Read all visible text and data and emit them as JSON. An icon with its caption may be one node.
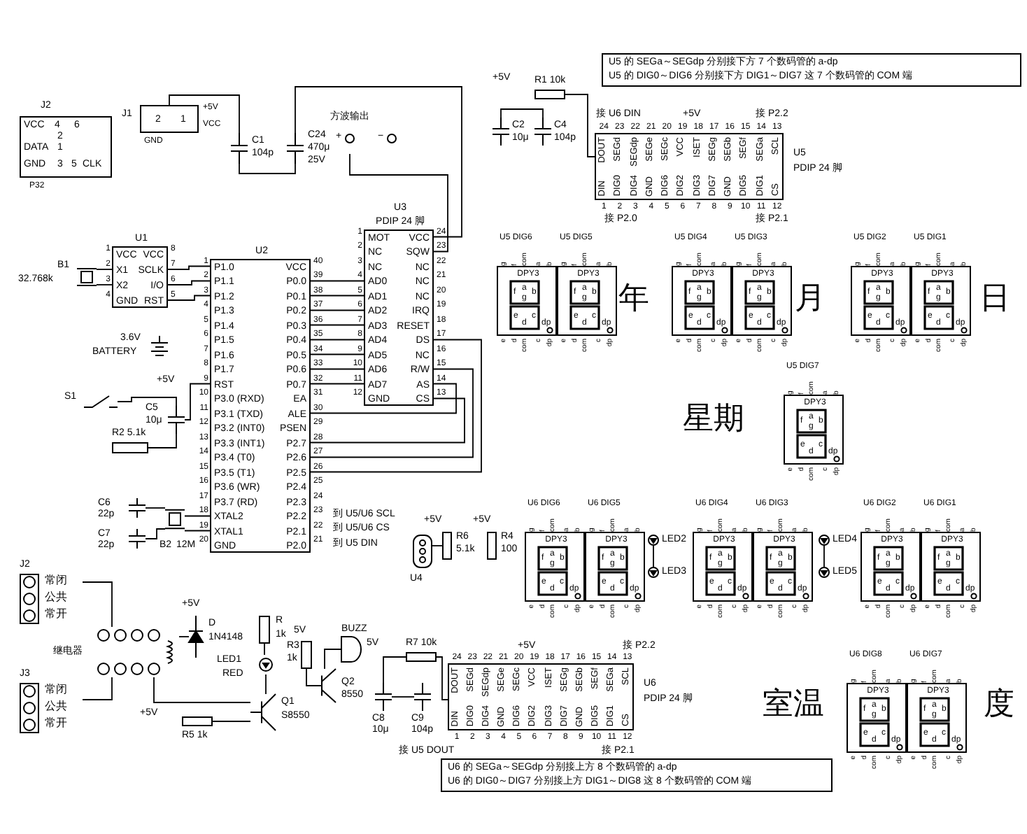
{
  "diagram": {
    "nodes": [
      {
        "text": [
          "J2",
          "VCC",
          "4",
          "6",
          "2",
          "DATA",
          "1",
          "GND",
          "3",
          "5",
          "CLK"
        ],
        "beside": [
          "P32"
        ]
      },
      {
        "text": [
          "J1",
          "2",
          "1"
        ],
        "beside": [
          "GND",
          "+5V",
          "VCC"
        ]
      },
      {
        "text": [
          "C1",
          "104p"
        ]
      },
      {
        "text": [
          "C24",
          "470μ",
          "25V"
        ]
      },
      {
        "text": [
          "方波输出",
          "+",
          "−"
        ]
      },
      {
        "text": [
          "U1",
          "VCC",
          "X1",
          "X2",
          "GND",
          "VCC",
          "SCLK",
          "I/O",
          "RST"
        ],
        "beside": [
          "1",
          "2",
          "3",
          "4",
          "8",
          "7",
          "6",
          "5"
        ]
      },
      {
        "text": [
          "B1",
          "32.768k"
        ]
      },
      {
        "text": [
          "3.6V",
          "BATTERY"
        ]
      },
      {
        "text": [
          "S1"
        ]
      },
      {
        "text": [
          "C5",
          "10μ"
        ]
      },
      {
        "text": [
          "R2 5.1k"
        ]
      },
      {
        "text": [
          "U2",
          "P1.0",
          "P1.1",
          "P1.2",
          "P1.3",
          "P1.4",
          "P1.5",
          "P1.6",
          "P1.7",
          "RST",
          "P3.0 (RXD)",
          "P3.1 (TXD)",
          "P3.2 (INT0)",
          "P3.3 (INT1)",
          "P3.4 (T0)",
          "P3.5 (T1)",
          "P3.6 (WR)",
          "P3.7 (RD)",
          "XTAL2",
          "XTAL1",
          "GND",
          "VCC",
          "P0.0",
          "P0.1",
          "P0.2",
          "P0.3",
          "P0.4",
          "P0.5",
          "P0.6",
          "P0.7",
          "EA",
          "ALE",
          "PSEN",
          "P2.7",
          "P2.6",
          "P2.5",
          "P2.4",
          "P2.3",
          "P2.2",
          "P2.1",
          "P2.0"
        ],
        "beside": [
          "1",
          "2",
          "3",
          "4",
          "5",
          "6",
          "7",
          "8",
          "9",
          "10",
          "11",
          "12",
          "13",
          "14",
          "15",
          "16",
          "17",
          "18",
          "19",
          "20",
          "40",
          "39",
          "38",
          "37",
          "36",
          "35",
          "34",
          "33",
          "32",
          "31",
          "30",
          "29",
          "28",
          "27",
          "26",
          "25",
          "24",
          "23",
          "22",
          "21"
        ]
      },
      {
        "text": [
          "U3",
          "PDIP 24 脚",
          "MOT",
          "NC",
          "NC",
          "AD0",
          "AD1",
          "AD2",
          "AD3",
          "AD4",
          "AD5",
          "AD6",
          "AD7",
          "GND",
          "VCC",
          "SQW",
          "NC",
          "NC",
          "NC",
          "IRQ",
          "RESET",
          "DS",
          "NC",
          "R/W",
          "AS",
          "CS"
        ],
        "beside": [
          "1",
          "2",
          "3",
          "4",
          "5",
          "6",
          "7",
          "8",
          "9",
          "10",
          "11",
          "12",
          "24",
          "23",
          "22",
          "21",
          "20",
          "19",
          "18",
          "17",
          "16",
          "15",
          "14",
          "13"
        ]
      },
      {
        "text": [
          "C6",
          "22p"
        ]
      },
      {
        "text": [
          "C7",
          "22p"
        ]
      },
      {
        "text": [
          "B2",
          "12M"
        ]
      },
      {
        "text": [
          "J2",
          "常闭",
          "公共",
          "常开"
        ]
      },
      {
        "text": [
          "继电器"
        ]
      },
      {
        "text": [
          "J3",
          "常闭",
          "公共",
          "常开"
        ]
      },
      {
        "text": [
          "D",
          "1N4148"
        ]
      },
      {
        "text": [
          "R",
          "1k"
        ]
      },
      {
        "text": [
          "LED1",
          "RED"
        ]
      },
      {
        "text": [
          "Q1",
          "S8550"
        ]
      },
      {
        "text": [
          "R5 1k"
        ]
      },
      {
        "text": [
          "R3",
          "1k"
        ]
      },
      {
        "text": [
          "Q2",
          "8550"
        ]
      },
      {
        "text": [
          "BUZZ"
        ]
      },
      {
        "text": [
          "R7 10k"
        ]
      },
      {
        "text": [
          "C8",
          "10μ"
        ]
      },
      {
        "text": [
          "C9",
          "104p"
        ]
      },
      {
        "text": [
          "U4"
        ]
      },
      {
        "text": [
          "R6",
          "5.1k"
        ]
      },
      {
        "text": [
          "R4",
          "100"
        ]
      },
      {
        "text": [
          "R1 10k"
        ]
      },
      {
        "text": [
          "C2",
          "10μ"
        ]
      },
      {
        "text": [
          "C4",
          "104p"
        ]
      },
      {
        "text": [
          "U5",
          "PDIP 24 脚",
          "DOUT",
          "SEGd",
          "SEGdp",
          "SEGe",
          "SEGc",
          "VCC",
          "ISET",
          "SEGg",
          "SEGb",
          "SEGf",
          "SEGa",
          "SCL",
          "DIN",
          "DIG0",
          "DIG4",
          "GND",
          "DIG6",
          "DIG2",
          "DIG3",
          "DIG7",
          "GND",
          "DIG5",
          "DIG1",
          "CS"
        ],
        "beside": [
          "24",
          "23",
          "22",
          "21",
          "20",
          "19",
          "18",
          "17",
          "16",
          "15",
          "14",
          "13",
          "1",
          "2",
          "3",
          "4",
          "5",
          "6",
          "7",
          "8",
          "9",
          "10",
          "11",
          "12"
        ]
      },
      {
        "text": [
          "U5 的 SEGa～SEGdp 分别接下方 7 个数码管的 a-dp",
          "U5 的 DIG0～DIG6 分别接下方 DIG1～DIG7 这 7 个数码管的 COM 端"
        ]
      },
      {
        "text": [
          "DPY3",
          "f",
          "a",
          "b",
          "g",
          "e",
          "d",
          "c",
          "dp"
        ],
        "beside": [
          "U5 DIG6",
          "g",
          "f",
          "com",
          "a",
          "b",
          "e",
          "d",
          "com",
          "c",
          "dp"
        ]
      },
      {
        "text": [
          "DPY3",
          "f",
          "a",
          "b",
          "g",
          "e",
          "d",
          "c",
          "dp"
        ],
        "beside": [
          "U5 DIG5",
          "g",
          "f",
          "com",
          "a",
          "b",
          "e",
          "d",
          "com",
          "c",
          "dp"
        ]
      },
      {
        "text": [
          "DPY3",
          "f",
          "a",
          "b",
          "g",
          "e",
          "d",
          "c",
          "dp"
        ],
        "beside": [
          "U5 DIG4",
          "g",
          "f",
          "com",
          "a",
          "b",
          "e",
          "d",
          "com",
          "c",
          "dp"
        ]
      },
      {
        "text": [
          "DPY3",
          "f",
          "a",
          "b",
          "g",
          "e",
          "d",
          "c",
          "dp"
        ],
        "beside": [
          "U5 DIG3",
          "g",
          "f",
          "com",
          "a",
          "b",
          "e",
          "d",
          "com",
          "c",
          "dp"
        ]
      },
      {
        "text": [
          "DPY3",
          "f",
          "a",
          "b",
          "g",
          "e",
          "d",
          "c",
          "dp"
        ],
        "beside": [
          "U5 DIG2",
          "g",
          "f",
          "com",
          "a",
          "b",
          "e",
          "d",
          "com",
          "c",
          "dp"
        ]
      },
      {
        "text": [
          "DPY3",
          "f",
          "a",
          "b",
          "g",
          "e",
          "d",
          "c",
          "dp"
        ],
        "beside": [
          "U5 DIG1",
          "g",
          "f",
          "com",
          "a",
          "b",
          "e",
          "d",
          "com",
          "c",
          "dp"
        ]
      },
      {
        "text": [
          "DPY3",
          "f",
          "a",
          "b",
          "g",
          "e",
          "d",
          "c",
          "dp"
        ],
        "beside": [
          "U5 DIG7",
          "g",
          "f",
          "com",
          "a",
          "b",
          "e",
          "d",
          "com",
          "c",
          "dp"
        ]
      },
      {
        "text": [
          "DPY3",
          "f",
          "a",
          "b",
          "g",
          "e",
          "d",
          "c",
          "dp"
        ],
        "beside": [
          "U6 DIG6",
          "g",
          "f",
          "com",
          "a",
          "b",
          "e",
          "d",
          "com",
          "c",
          "dp"
        ]
      },
      {
        "text": [
          "DPY3",
          "f",
          "a",
          "b",
          "g",
          "e",
          "d",
          "c",
          "dp"
        ],
        "beside": [
          "U6 DIG5",
          "g",
          "f",
          "com",
          "a",
          "b",
          "e",
          "d",
          "com",
          "c",
          "dp"
        ]
      },
      {
        "text": [
          "DPY3",
          "f",
          "a",
          "b",
          "g",
          "e",
          "d",
          "c",
          "dp"
        ],
        "beside": [
          "U6 DIG4",
          "g",
          "f",
          "com",
          "a",
          "b",
          "e",
          "d",
          "com",
          "c",
          "dp"
        ]
      },
      {
        "text": [
          "DPY3",
          "f",
          "a",
          "b",
          "g",
          "e",
          "d",
          "c",
          "dp"
        ],
        "beside": [
          "U6 DIG3",
          "g",
          "f",
          "com",
          "a",
          "b",
          "e",
          "d",
          "com",
          "c",
          "dp"
        ]
      },
      {
        "text": [
          "DPY3",
          "f",
          "a",
          "b",
          "g",
          "e",
          "d",
          "c",
          "dp"
        ],
        "beside": [
          "U6 DIG2",
          "g",
          "f",
          "com",
          "a",
          "b",
          "e",
          "d",
          "com",
          "c",
          "dp"
        ]
      },
      {
        "text": [
          "DPY3",
          "f",
          "a",
          "b",
          "g",
          "e",
          "d",
          "c",
          "dp"
        ],
        "beside": [
          "U6 DIG1",
          "g",
          "f",
          "com",
          "a",
          "b",
          "e",
          "d",
          "com",
          "c",
          "dp"
        ]
      },
      {
        "text": [
          "DPY3",
          "f",
          "a",
          "b",
          "g",
          "e",
          "d",
          "c",
          "dp"
        ],
        "beside": [
          "U6 DIG8",
          "g",
          "f",
          "com",
          "a",
          "b",
          "e",
          "d",
          "com",
          "c",
          "dp"
        ]
      },
      {
        "text": [
          "DPY3",
          "f",
          "a",
          "b",
          "g",
          "e",
          "d",
          "c",
          "dp"
        ],
        "beside": [
          "U6 DIG7",
          "g",
          "f",
          "com",
          "a",
          "b",
          "e",
          "d",
          "com",
          "c",
          "dp"
        ]
      },
      {
        "text": [
          "LED2"
        ]
      },
      {
        "text": [
          "LED3"
        ]
      },
      {
        "text": [
          "LED4"
        ]
      },
      {
        "text": [
          "LED5"
        ]
      },
      {
        "text": [
          "U6",
          "PDIP 24 脚",
          "DOUT",
          "SEGd",
          "SEGdp",
          "SEGe",
          "SEGc",
          "VCC",
          "ISET",
          "SEGg",
          "SEGb",
          "SEGf",
          "SEGa",
          "SCL",
          "DIN",
          "DIG0",
          "DIG4",
          "GND",
          "DIG6",
          "DIG2",
          "DIG3",
          "DIG7",
          "GND",
          "DIG5",
          "DIG1",
          "CS"
        ],
        "beside": [
          "24",
          "23",
          "22",
          "21",
          "20",
          "19",
          "18",
          "17",
          "16",
          "15",
          "14",
          "13",
          "1",
          "2",
          "3",
          "4",
          "5",
          "6",
          "7",
          "8",
          "9",
          "10",
          "11",
          "12"
        ]
      },
      {
        "text": [
          "U6 的 SEGa～SEGdp 分别接上方 8 个数码管的 a-dp",
          "U6 的 DIG0～DIG7 分别接上方 DIG1～DIG8 这 8 个数码管的 COM 端"
        ]
      }
    ],
    "edges": [
      {
        "from": 5,
        "to": 11,
        "arrow": "none"
      },
      {
        "from": 5,
        "to": 11,
        "arrow": "none"
      },
      {
        "from": 5,
        "to": 11,
        "arrow": "none"
      },
      {
        "from": 6,
        "to": 5,
        "arrow": "none"
      },
      {
        "from": 6,
        "to": 5,
        "arrow": "none"
      },
      {
        "from": 11,
        "to": 12,
        "arrow": "none"
      },
      {
        "from": 11,
        "to": 12,
        "arrow": "none"
      },
      {
        "from": 11,
        "to": 12,
        "arrow": "none"
      },
      {
        "from": 11,
        "to": 12,
        "arrow": "none"
      },
      {
        "from": 11,
        "to": 12,
        "arrow": "none"
      },
      {
        "from": 11,
        "to": 12,
        "arrow": "none"
      },
      {
        "from": 11,
        "to": 12,
        "arrow": "none"
      },
      {
        "from": 11,
        "to": 12,
        "arrow": "none"
      },
      {
        "from": 11,
        "to": 12,
        "arrow": "none"
      },
      {
        "from": 11,
        "to": 12,
        "arrow": "none"
      },
      {
        "from": 11,
        "to": 12,
        "arrow": "none"
      },
      {
        "from": 11,
        "to": 12,
        "arrow": "none"
      },
      {
        "from": 13,
        "to": 15,
        "arrow": "none"
      },
      {
        "from": 14,
        "to": 15,
        "arrow": "none"
      },
      {
        "from": 15,
        "to": 11,
        "arrow": "none"
      },
      {
        "from": 15,
        "to": 11,
        "arrow": "none"
      },
      {
        "from": 8,
        "to": 9,
        "arrow": "none"
      },
      {
        "from": 10,
        "to": 9,
        "arrow": "none"
      },
      {
        "from": 9,
        "to": 11,
        "arrow": "none"
      },
      {
        "from": 1,
        "to": 2,
        "arrow": "none"
      },
      {
        "from": 2,
        "to": 3,
        "arrow": "none"
      },
      {
        "from": 3,
        "to": 12,
        "arrow": "none"
      },
      {
        "from": 4,
        "to": 12,
        "arrow": "none"
      },
      {
        "from": 17,
        "to": 16,
        "arrow": "none"
      },
      {
        "from": 17,
        "to": 18,
        "arrow": "none"
      },
      {
        "from": 19,
        "to": 17,
        "arrow": "none"
      },
      {
        "from": 20,
        "to": 21,
        "arrow": "none"
      },
      {
        "from": 21,
        "to": 22,
        "arrow": "none"
      },
      {
        "from": 23,
        "to": 22,
        "arrow": "none"
      },
      {
        "from": 22,
        "to": 17,
        "arrow": "none"
      },
      {
        "from": 24,
        "to": 25,
        "arrow": "none"
      },
      {
        "from": 25,
        "to": 26,
        "arrow": "none"
      },
      {
        "from": 27,
        "to": 28,
        "arrow": "none"
      },
      {
        "from": 27,
        "to": 57,
        "arrow": "none"
      },
      {
        "from": 29,
        "to": 28,
        "arrow": "none"
      },
      {
        "from": 30,
        "to": 31,
        "arrow": "none"
      },
      {
        "from": 33,
        "to": 36,
        "arrow": "none"
      },
      {
        "from": 34,
        "to": 35,
        "arrow": "none"
      },
      {
        "from": 53,
        "to": 54,
        "arrow": "none"
      },
      {
        "from": 55,
        "to": 56,
        "arrow": "none"
      }
    ],
    "labels": [
      "+5V",
      "接 U6 DIN",
      "+5V",
      "接 P2.2",
      "接 P2.0",
      "接 P2.1",
      "年",
      "月",
      "日",
      "星期",
      "到 U5/U6 SCL",
      "到 U5/U6 CS",
      "到 U5 DIN",
      "+5V",
      "+5V",
      "+5V",
      "+5V",
      "+5V",
      "5V",
      "5V",
      "+5V",
      "接 P2.2",
      "接 U5 DOUT",
      "接 P2.1",
      "室温",
      "度"
    ]
  }
}
